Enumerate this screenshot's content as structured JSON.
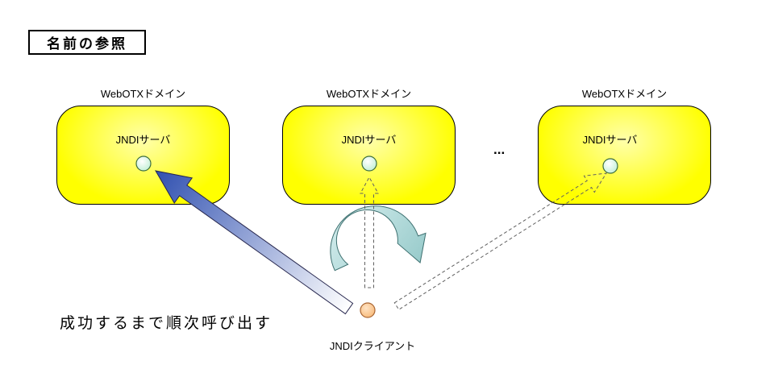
{
  "title": "名前の参照",
  "caption": "成功するまで順次呼び出す",
  "ellipsis": "...",
  "client": {
    "label": "JNDIクライアント"
  },
  "domains": [
    {
      "label": "WebOTXドメイン",
      "server": "JNDIサーバ"
    },
    {
      "label": "WebOTXドメイン",
      "server": "JNDIサーバ"
    },
    {
      "label": "WebOTXドメイン",
      "server": "JNDIサーバ"
    }
  ],
  "colors": {
    "domain_fill": "#ffff00",
    "domain_fill_light": "#ffffaa",
    "domain_border": "#000000",
    "server_node_fill": "#dfffe6",
    "server_node_stroke": "#3d6e3d",
    "client_node_fill": "#ffcc99",
    "client_node_stroke": "#aa6633",
    "solid_arrow_head": "#3050b0",
    "solid_arrow_tail": "#ffffff",
    "curve_arrow_fill": "#9fcccc",
    "curve_arrow_stroke": "#3d7070",
    "dashed_arrow_stroke": "#606060"
  }
}
